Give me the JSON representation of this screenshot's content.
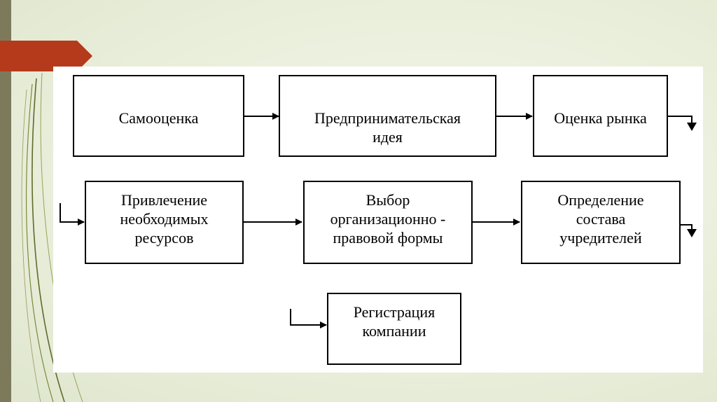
{
  "slide": {
    "accent_color": "#b53a1c",
    "strip_color": "#7d7a5c",
    "background_color": "#eef2e2"
  },
  "diagram": {
    "boxes": {
      "self_assessment": "Самооценка",
      "business_idea": "Предпринимательская\nидея",
      "market_assessment": "Оценка рынка",
      "resources": "Привлечение\nнеобходимых\nресурсов",
      "legal_form": "Выбор\nорганизационно -\nправовой формы",
      "founders": "Определение\nсостава\nучредителей",
      "registration": "Регистрация\nкомпании"
    }
  }
}
